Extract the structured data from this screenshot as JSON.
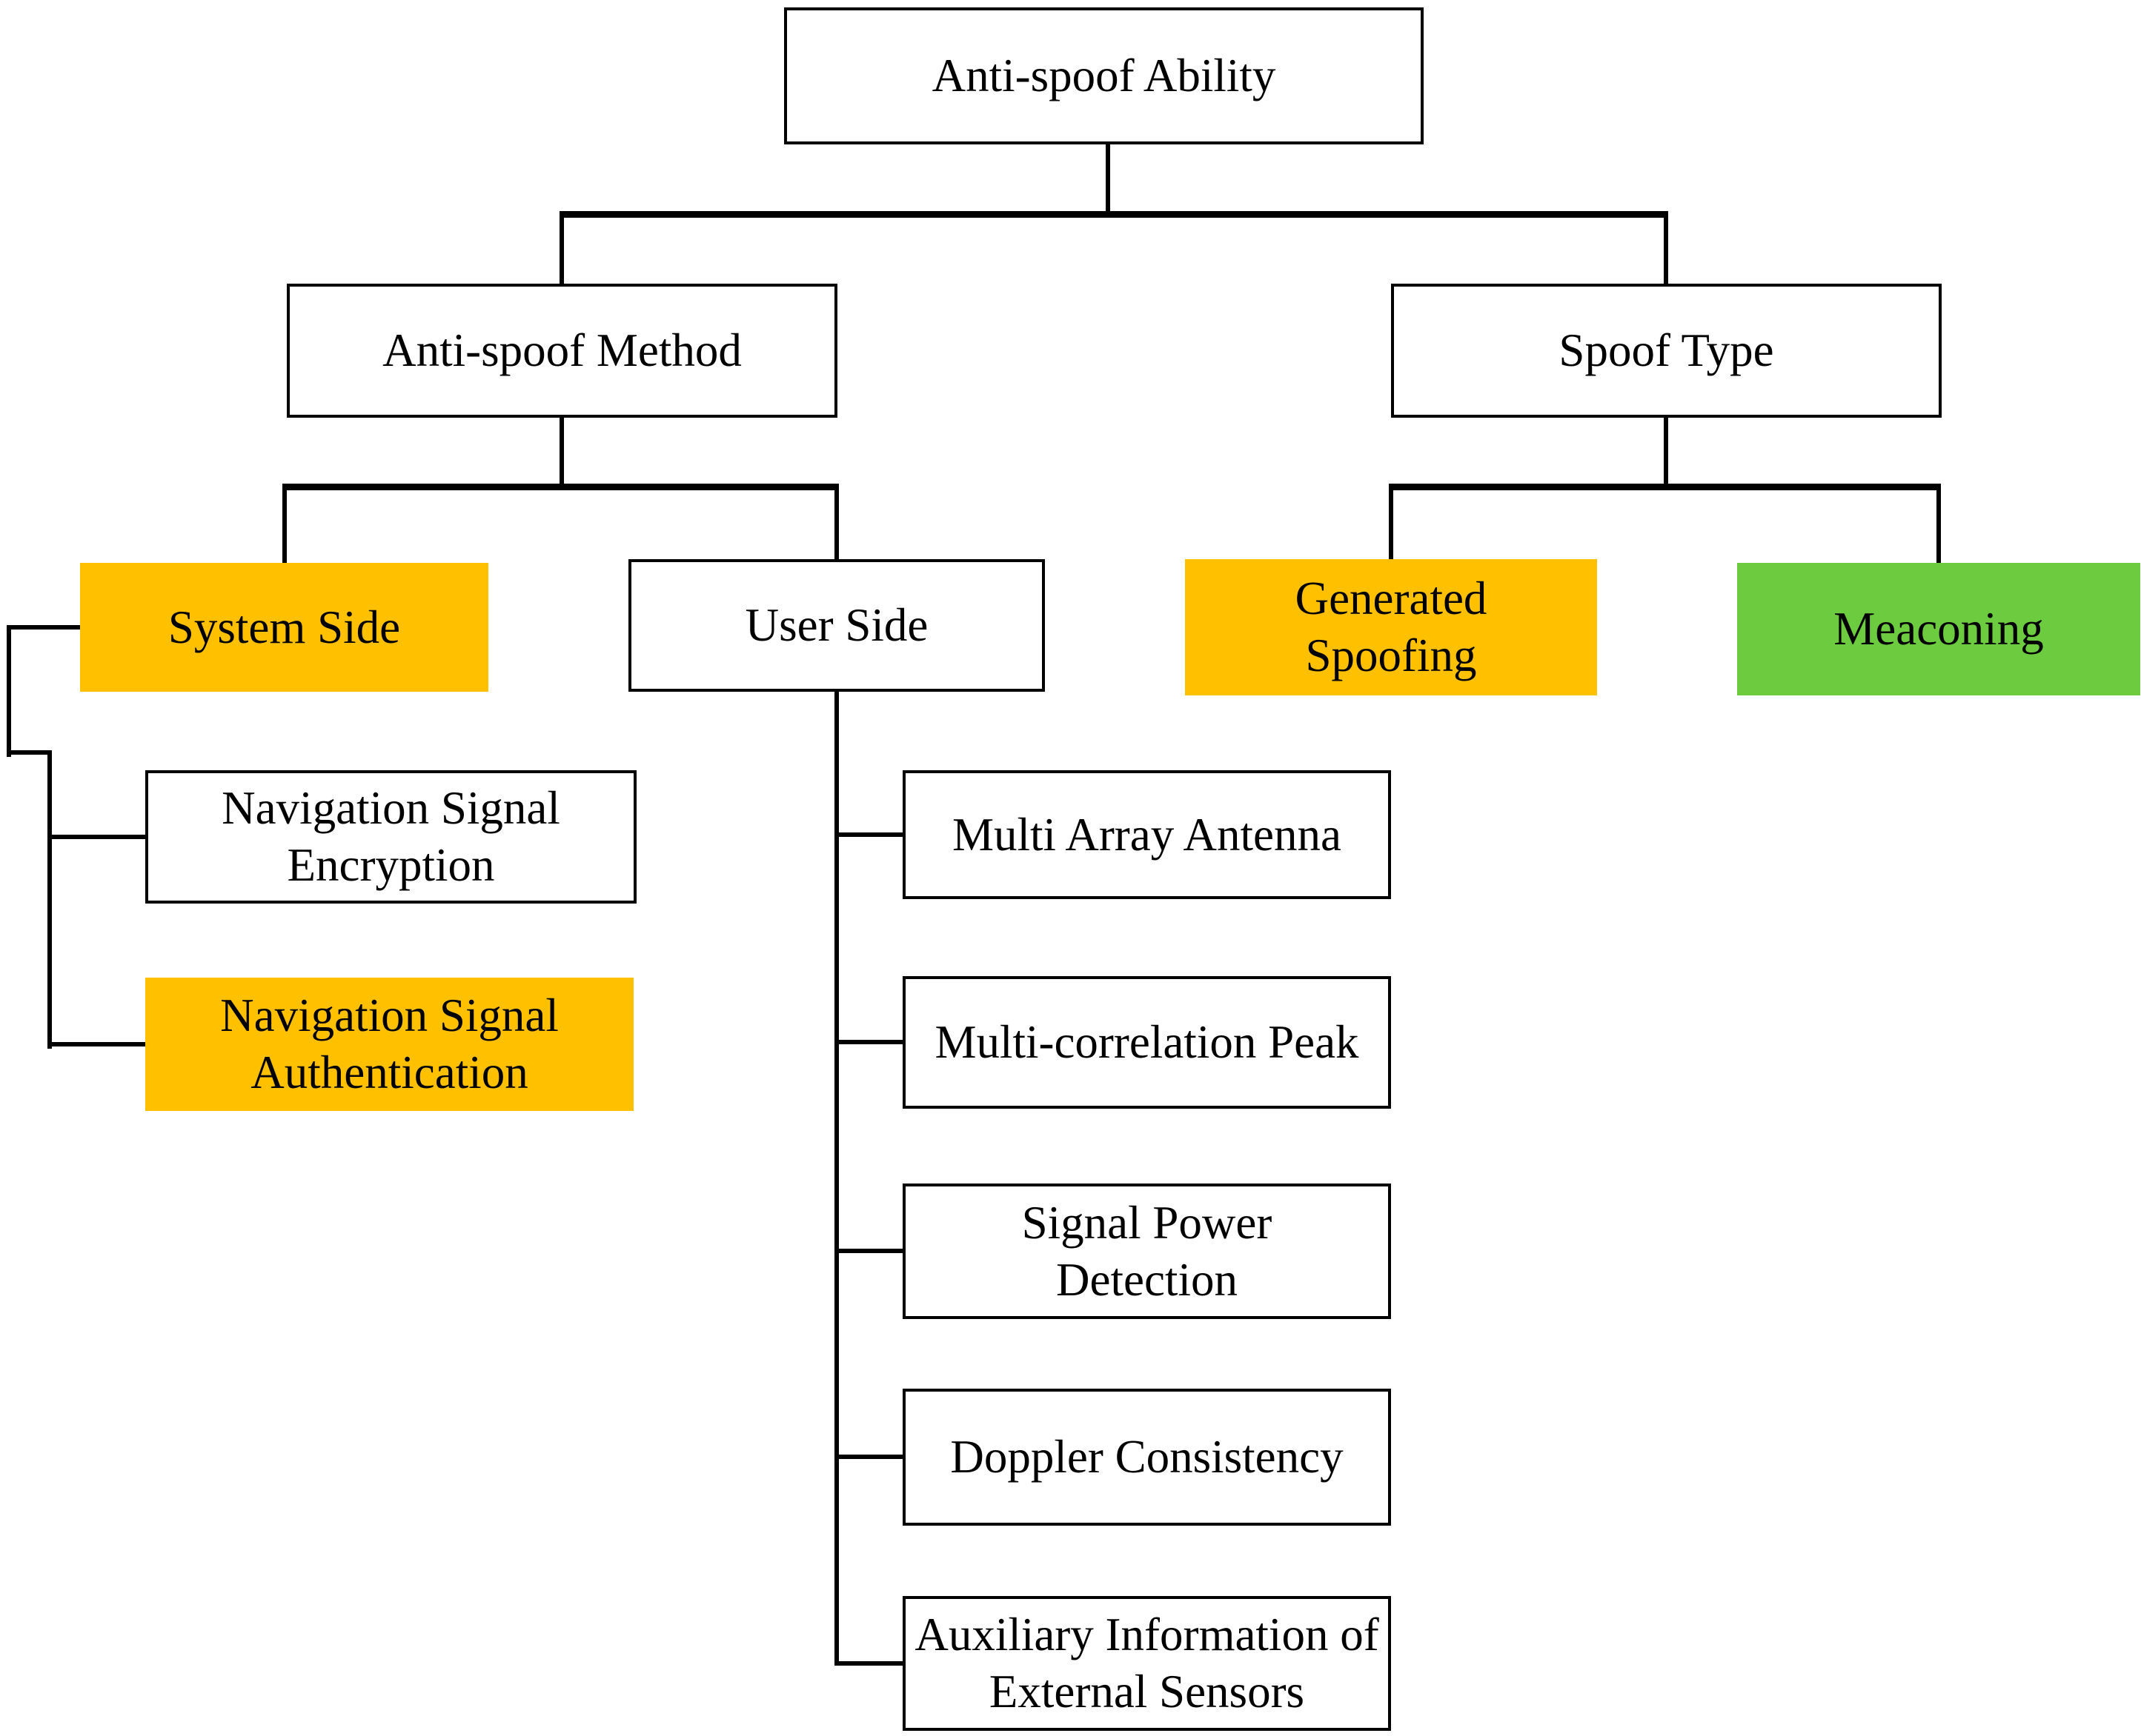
{
  "diagram": {
    "colors": {
      "orange": "#FFC000",
      "green": "#6CCB3F",
      "white": "#FFFFFF",
      "line": "#000000"
    },
    "nodes": {
      "ability": {
        "label": "Anti-spoof Ability",
        "fill": "#FFFFFF"
      },
      "method": {
        "label": "Anti-spoof Method",
        "fill": "#FFFFFF"
      },
      "spoof_type": {
        "label": "Spoof Type",
        "fill": "#FFFFFF"
      },
      "system_side": {
        "label": "System Side",
        "fill": "#FFC000"
      },
      "user_side": {
        "label": "User Side",
        "fill": "#FFFFFF"
      },
      "generated_spoofing": {
        "label": "Generated Spoofing",
        "fill": "#FFC000"
      },
      "meaconing": {
        "label": "Meaconing",
        "fill": "#6CCB3F"
      },
      "nav_encryption": {
        "label": "Navigation Signal Encryption",
        "fill": "#FFFFFF"
      },
      "nav_authentication": {
        "label": "Navigation Signal Authentication",
        "fill": "#FFC000"
      },
      "multi_array": {
        "label": "Multi Array Antenna",
        "fill": "#FFFFFF"
      },
      "multi_corr": {
        "label": "Multi-correlation Peak",
        "fill": "#FFFFFF"
      },
      "signal_power": {
        "label": "Signal Power Detection",
        "fill": "#FFFFFF"
      },
      "doppler": {
        "label": "Doppler Consistency",
        "fill": "#FFFFFF"
      },
      "auxiliary": {
        "label": "Auxiliary Information of External Sensors",
        "fill": "#FFFFFF"
      }
    },
    "edges": [
      [
        "ability",
        "method"
      ],
      [
        "ability",
        "spoof_type"
      ],
      [
        "method",
        "system_side"
      ],
      [
        "method",
        "user_side"
      ],
      [
        "spoof_type",
        "generated_spoofing"
      ],
      [
        "spoof_type",
        "meaconing"
      ],
      [
        "system_side",
        "nav_encryption"
      ],
      [
        "system_side",
        "nav_authentication"
      ],
      [
        "user_side",
        "multi_array"
      ],
      [
        "user_side",
        "multi_corr"
      ],
      [
        "user_side",
        "signal_power"
      ],
      [
        "user_side",
        "doppler"
      ],
      [
        "user_side",
        "auxiliary"
      ]
    ]
  }
}
